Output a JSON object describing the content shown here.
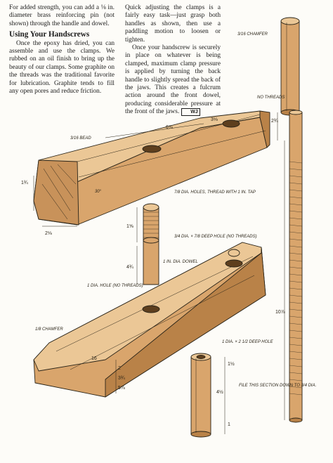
{
  "text": {
    "left_p1": "For added strength, you can add a ⅛ in. diameter brass reinforcing pin (not shown) through the handle and dowel.",
    "heading": "Using Your Handscrews",
    "left_p2": "Once the epoxy has dried, you can assemble and use the clamps. We rubbed on an oil finish to bring up the beauty of our clamps. Some graphite on the threads was the traditional favorite for lubrication. Graphite tends to fill any open pores and reduce friction.",
    "right_p1": "Quick adjusting the clamps is a fairly easy task—just grasp both handles as shown, then use a paddling motion to loosen or tighten.",
    "right_p2": "Once your handscrew is securely in place on whatever is being clamped, maximum clamp pressure is applied by turning the back handle to slightly spread the back of the jaws. This creates a fulcrum action around the front dowel, producing considerable pressure at the front of the jaws.",
    "logo": "WJ"
  },
  "labels": {
    "chamfer_top": "3/16 CHAMFER",
    "no_threads": "NO THREADS",
    "bead": "3/16 BEAD",
    "holes": "7/8 DIA. HOLES, THREAD WITH 1 IN. TAP",
    "deep_hole_top": "3/4 DIA. × 7/8 DEEP HOLE (NO THREADS)",
    "dowel": "1 IN. DIA. DOWEL",
    "hole_bottom": "1 DIA. HOLE (NO THREADS)",
    "chamfer_jaw": "1/8 CHAMFER",
    "deep_hole_bottom": "1 DIA. × 2 1/2 DEEP HOLE",
    "file_note": "FILE THIS SECTION DOWN TO 3/4 DIA.",
    "angle": "30°"
  },
  "dims": {
    "top_len": "6⅞",
    "top_len2": "3⅛",
    "top_h": "1¾",
    "top_w": "2⅛",
    "dowel_a": "1⅝",
    "dowel_b": "4¾",
    "rod_top": "2¾",
    "rod_len": "10⅞",
    "jaw_16": "16",
    "jaw_a": "2",
    "jaw_b": "3¾",
    "jaw_c": "5⅞",
    "handle_a": "1½",
    "handle_b": "4½",
    "handle_c": "1"
  },
  "colors": {
    "wood": "#d9a56c",
    "wood_dark": "#b98248",
    "wood_light": "#ebc796",
    "ink": "#2a2418"
  }
}
